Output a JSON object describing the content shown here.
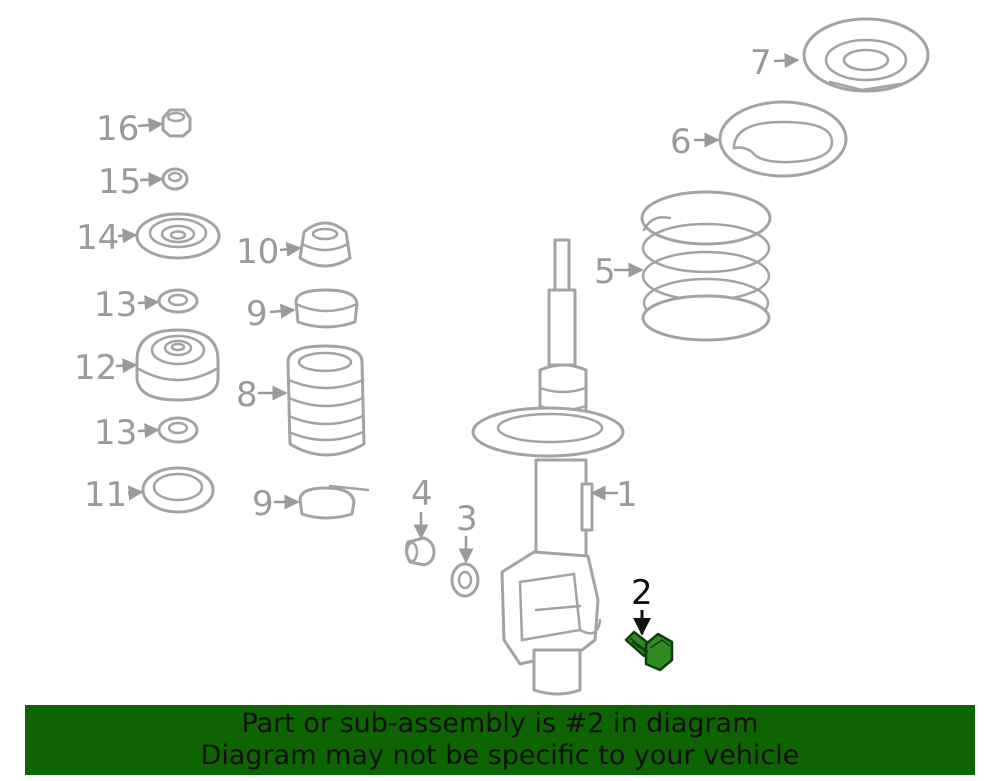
{
  "diagram": {
    "callouts": [
      {
        "id": "1",
        "label": "1"
      },
      {
        "id": "2",
        "label": "2"
      },
      {
        "id": "3",
        "label": "3"
      },
      {
        "id": "4",
        "label": "4"
      },
      {
        "id": "5",
        "label": "5"
      },
      {
        "id": "6",
        "label": "6"
      },
      {
        "id": "7",
        "label": "7"
      },
      {
        "id": "8",
        "label": "8"
      },
      {
        "id": "9a",
        "label": "9"
      },
      {
        "id": "9b",
        "label": "9"
      },
      {
        "id": "10",
        "label": "10"
      },
      {
        "id": "11",
        "label": "11"
      },
      {
        "id": "12",
        "label": "12"
      },
      {
        "id": "13a",
        "label": "13"
      },
      {
        "id": "13b",
        "label": "13"
      },
      {
        "id": "14",
        "label": "14"
      },
      {
        "id": "15",
        "label": "15"
      },
      {
        "id": "16",
        "label": "16"
      }
    ],
    "highlighted_part": "2",
    "highlight_color": "#2f8a1f"
  },
  "banner": {
    "line1": "Part or sub-assembly is #2 in diagram",
    "line2": "Diagram may not be specific to your vehicle",
    "background": "#0e6401"
  }
}
